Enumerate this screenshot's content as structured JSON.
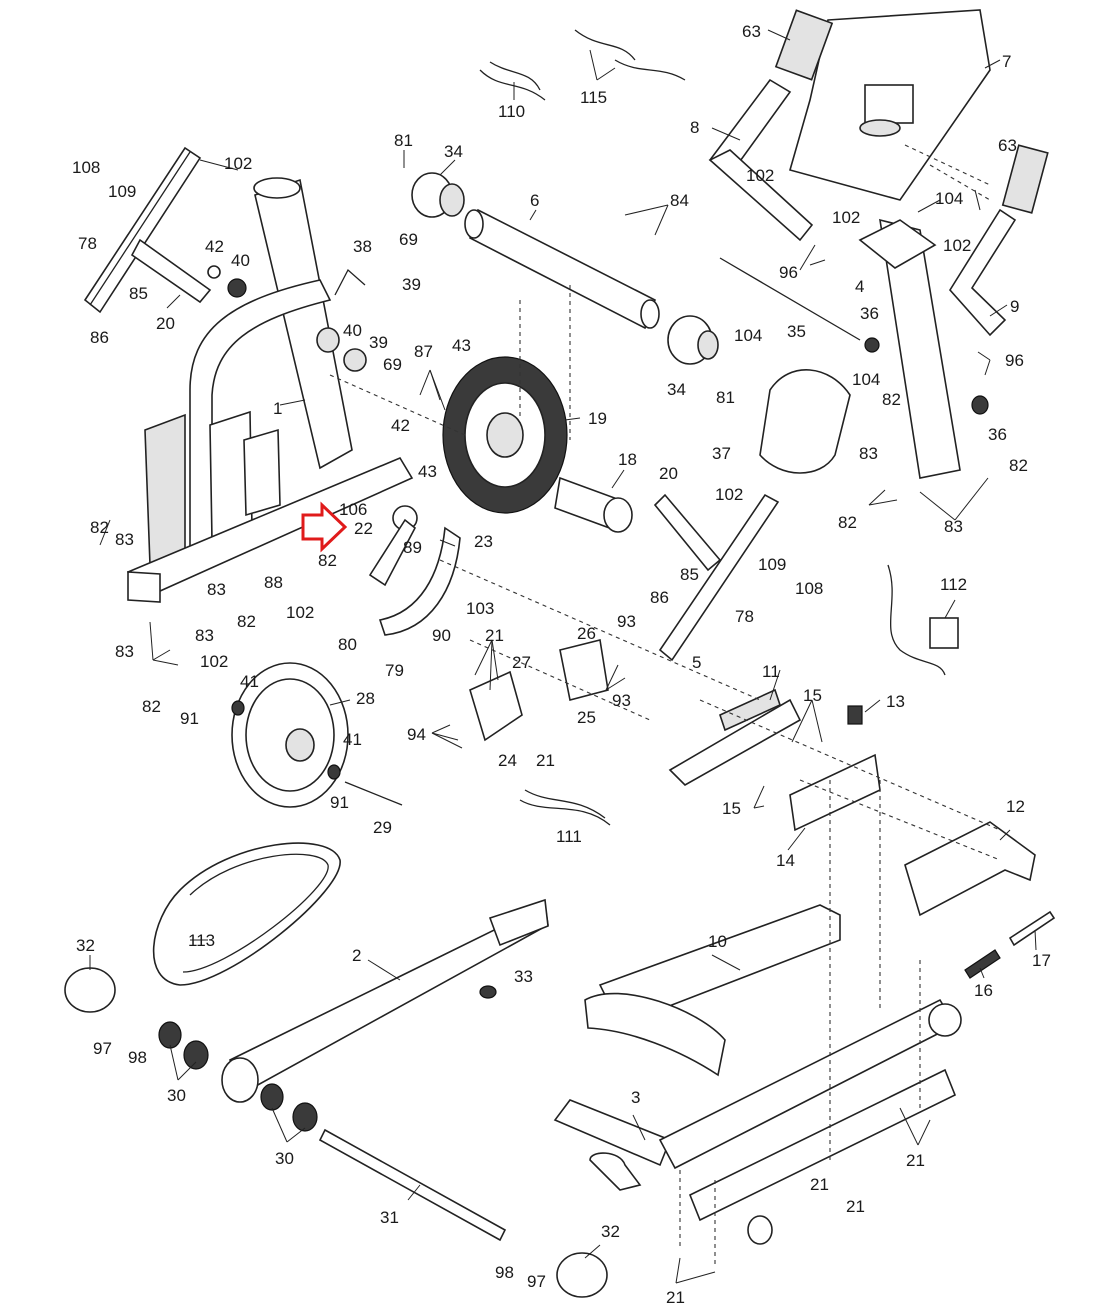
{
  "highlight": {
    "target_part": "22",
    "arrow_color": "#e01b1b"
  },
  "parts": {
    "p1": "1",
    "p2": "2",
    "p3": "3",
    "p4": "4",
    "p5": "5",
    "p6": "6",
    "p7": "7",
    "p8": "8",
    "p9": "9",
    "p10": "10",
    "p11": "11",
    "p12": "12",
    "p13": "13",
    "p14": "14",
    "p15a": "15",
    "p15b": "15",
    "p16": "16",
    "p17": "17",
    "p18": "18",
    "p19": "19",
    "p20a": "20",
    "p20b": "20",
    "p21a": "21",
    "p21b": "21",
    "p21c": "21",
    "p21d": "21",
    "p21e": "21",
    "p21f": "21",
    "p22": "22",
    "p23": "23",
    "p24": "24",
    "p25": "25",
    "p26": "26",
    "p27": "27",
    "p28": "28",
    "p29": "29",
    "p30a": "30",
    "p30b": "30",
    "p31": "31",
    "p32a": "32",
    "p32b": "32",
    "p33": "33",
    "p34a": "34",
    "p34b": "34",
    "p35": "35",
    "p36a": "36",
    "p36b": "36",
    "p37": "37",
    "p38": "38",
    "p39a": "39",
    "p39b": "39",
    "p40a": "40",
    "p40b": "40",
    "p41a": "41",
    "p41b": "41",
    "p42a": "42",
    "p42b": "42",
    "p43a": "43",
    "p43b": "43",
    "p63a": "63",
    "p63b": "63",
    "p69a": "69",
    "p69b": "69",
    "p78a": "78",
    "p78b": "78",
    "p79": "79",
    "p80": "80",
    "p81a": "81",
    "p81b": "81",
    "p82a": "82",
    "p82b": "82",
    "p82c": "82",
    "p82d": "82",
    "p82e": "82",
    "p82f": "82",
    "p82g": "82",
    "p83a": "83",
    "p83b": "83",
    "p83c": "83",
    "p83d": "83",
    "p83e": "83",
    "p83f": "83",
    "p84": "84",
    "p85a": "85",
    "p85b": "85",
    "p86a": "86",
    "p86b": "86",
    "p87": "87",
    "p88": "88",
    "p89": "89",
    "p90": "90",
    "p91a": "91",
    "p91b": "91",
    "p93a": "93",
    "p93b": "93",
    "p94": "94",
    "p96a": "96",
    "p96b": "96",
    "p97a": "97",
    "p97b": "97",
    "p98a": "98",
    "p98b": "98",
    "p102a": "102",
    "p102b": "102",
    "p102c": "102",
    "p102d": "102",
    "p102e": "102",
    "p102f": "102",
    "p102g": "102",
    "p103": "103",
    "p104a": "104",
    "p104b": "104",
    "p104c": "104",
    "p106": "106",
    "p108a": "108",
    "p108b": "108",
    "p109a": "109",
    "p109b": "109",
    "p110": "110",
    "p111": "111",
    "p112": "112",
    "p113": "113",
    "p115": "115"
  }
}
